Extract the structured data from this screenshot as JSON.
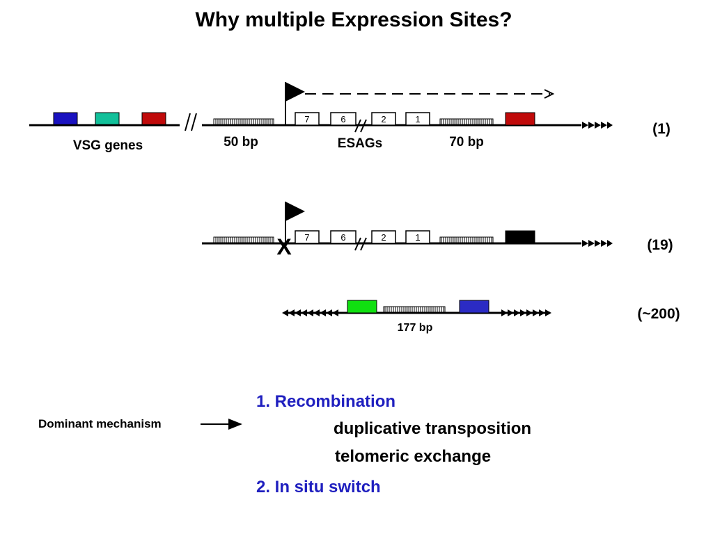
{
  "title": "Why multiple Expression Sites?",
  "row1": {
    "vsg_label": "VSG genes",
    "bp50_label": "50 bp",
    "esags_label": "ESAGs",
    "bp70_label": "70 bp",
    "count": "(1)",
    "esag_boxes": [
      "7",
      "6",
      "2",
      "1"
    ],
    "vsg_colors": [
      "#1a12c0",
      "#12c09a",
      "#c00a0a"
    ],
    "es_vsg_color": "#c00a0a"
  },
  "row2": {
    "count": "(19)",
    "esag_boxes": [
      "7",
      "6",
      "2",
      "1"
    ],
    "x_mark": "X",
    "x_color": "#d01010",
    "es_vsg_color": "#000000"
  },
  "row3": {
    "bp177_label": "177 bp",
    "count": "(~200)",
    "left_color": "#10e010",
    "right_color": "#2b2bc4"
  },
  "mechanisms": {
    "dominant_label": "Dominant mechanism",
    "item1": "1. Recombination",
    "item1a": "duplicative transposition",
    "item1b": "telomeric exchange",
    "item2": "2. In situ switch"
  }
}
